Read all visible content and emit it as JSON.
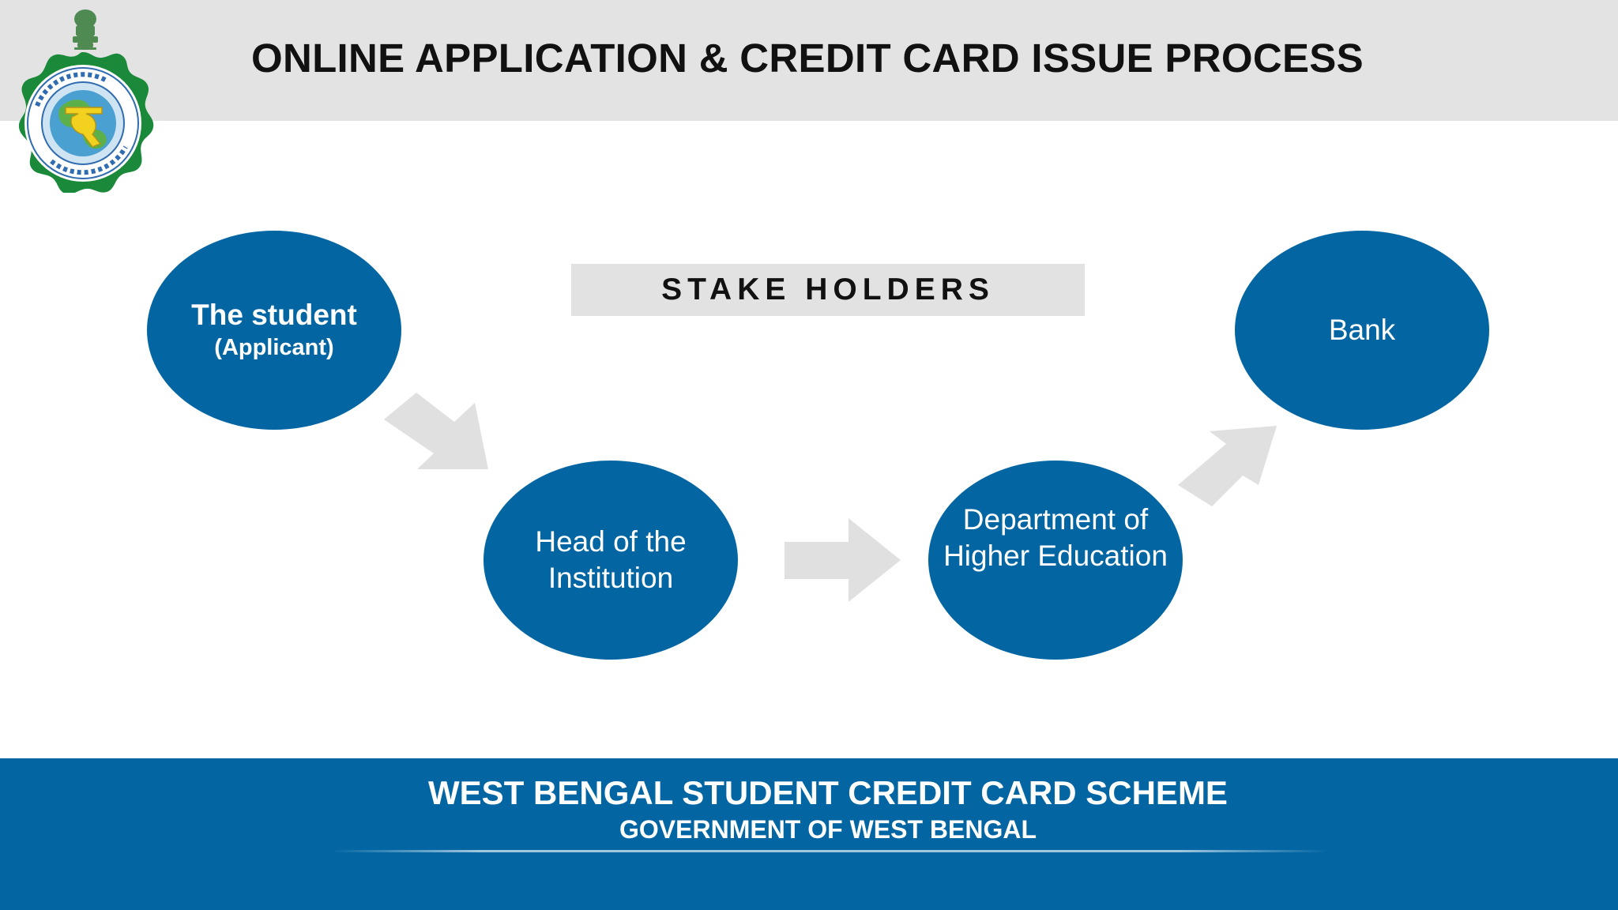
{
  "header": {
    "title": "ONLINE APPLICATION & CREDIT CARD ISSUE PROCESS"
  },
  "stakeholders": {
    "label": "STAKE HOLDERS"
  },
  "nodes": {
    "student": {
      "name": "The student",
      "role": "(Applicant)"
    },
    "head": {
      "line1": "Head of the",
      "line2": "Institution"
    },
    "department": {
      "line1": "Department of",
      "line2": "Higher Education"
    },
    "bank": {
      "label": "Bank"
    }
  },
  "footer": {
    "title": "WEST BENGAL STUDENT CREDIT CARD SCHEME",
    "subtitle": "GOVERNMENT OF WEST BENGAL"
  },
  "colors": {
    "header_bg": "#e3e3e3",
    "node_blue": "#0366a3",
    "arrow_gray": "#e0e0e0",
    "footer_bg": "#0366a3"
  },
  "icons": {
    "logo": "west-bengal-government-emblem"
  }
}
